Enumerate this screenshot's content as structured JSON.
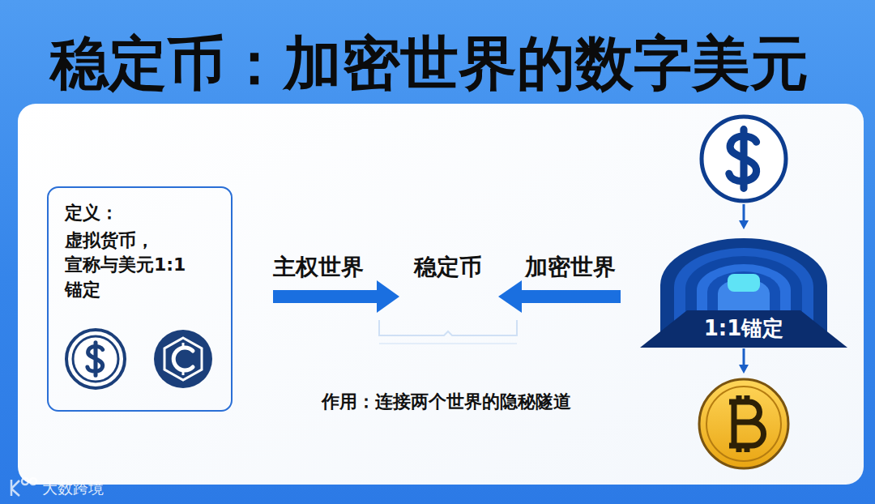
{
  "diagram": {
    "title": "稳定币：加密世界的数字美元",
    "nodes": [
      {
        "text": [
          "定义：",
          "虚拟货币， 宣称与美元1:1 锚定"
        ]
      },
      {
        "text": [
          "1:1锚定"
        ]
      }
    ],
    "labels": [
      "主权世界",
      "稳定币",
      "加密世界",
      "作用：连接两个世界的隐秘隧道",
      "大数跨境"
    ]
  }
}
